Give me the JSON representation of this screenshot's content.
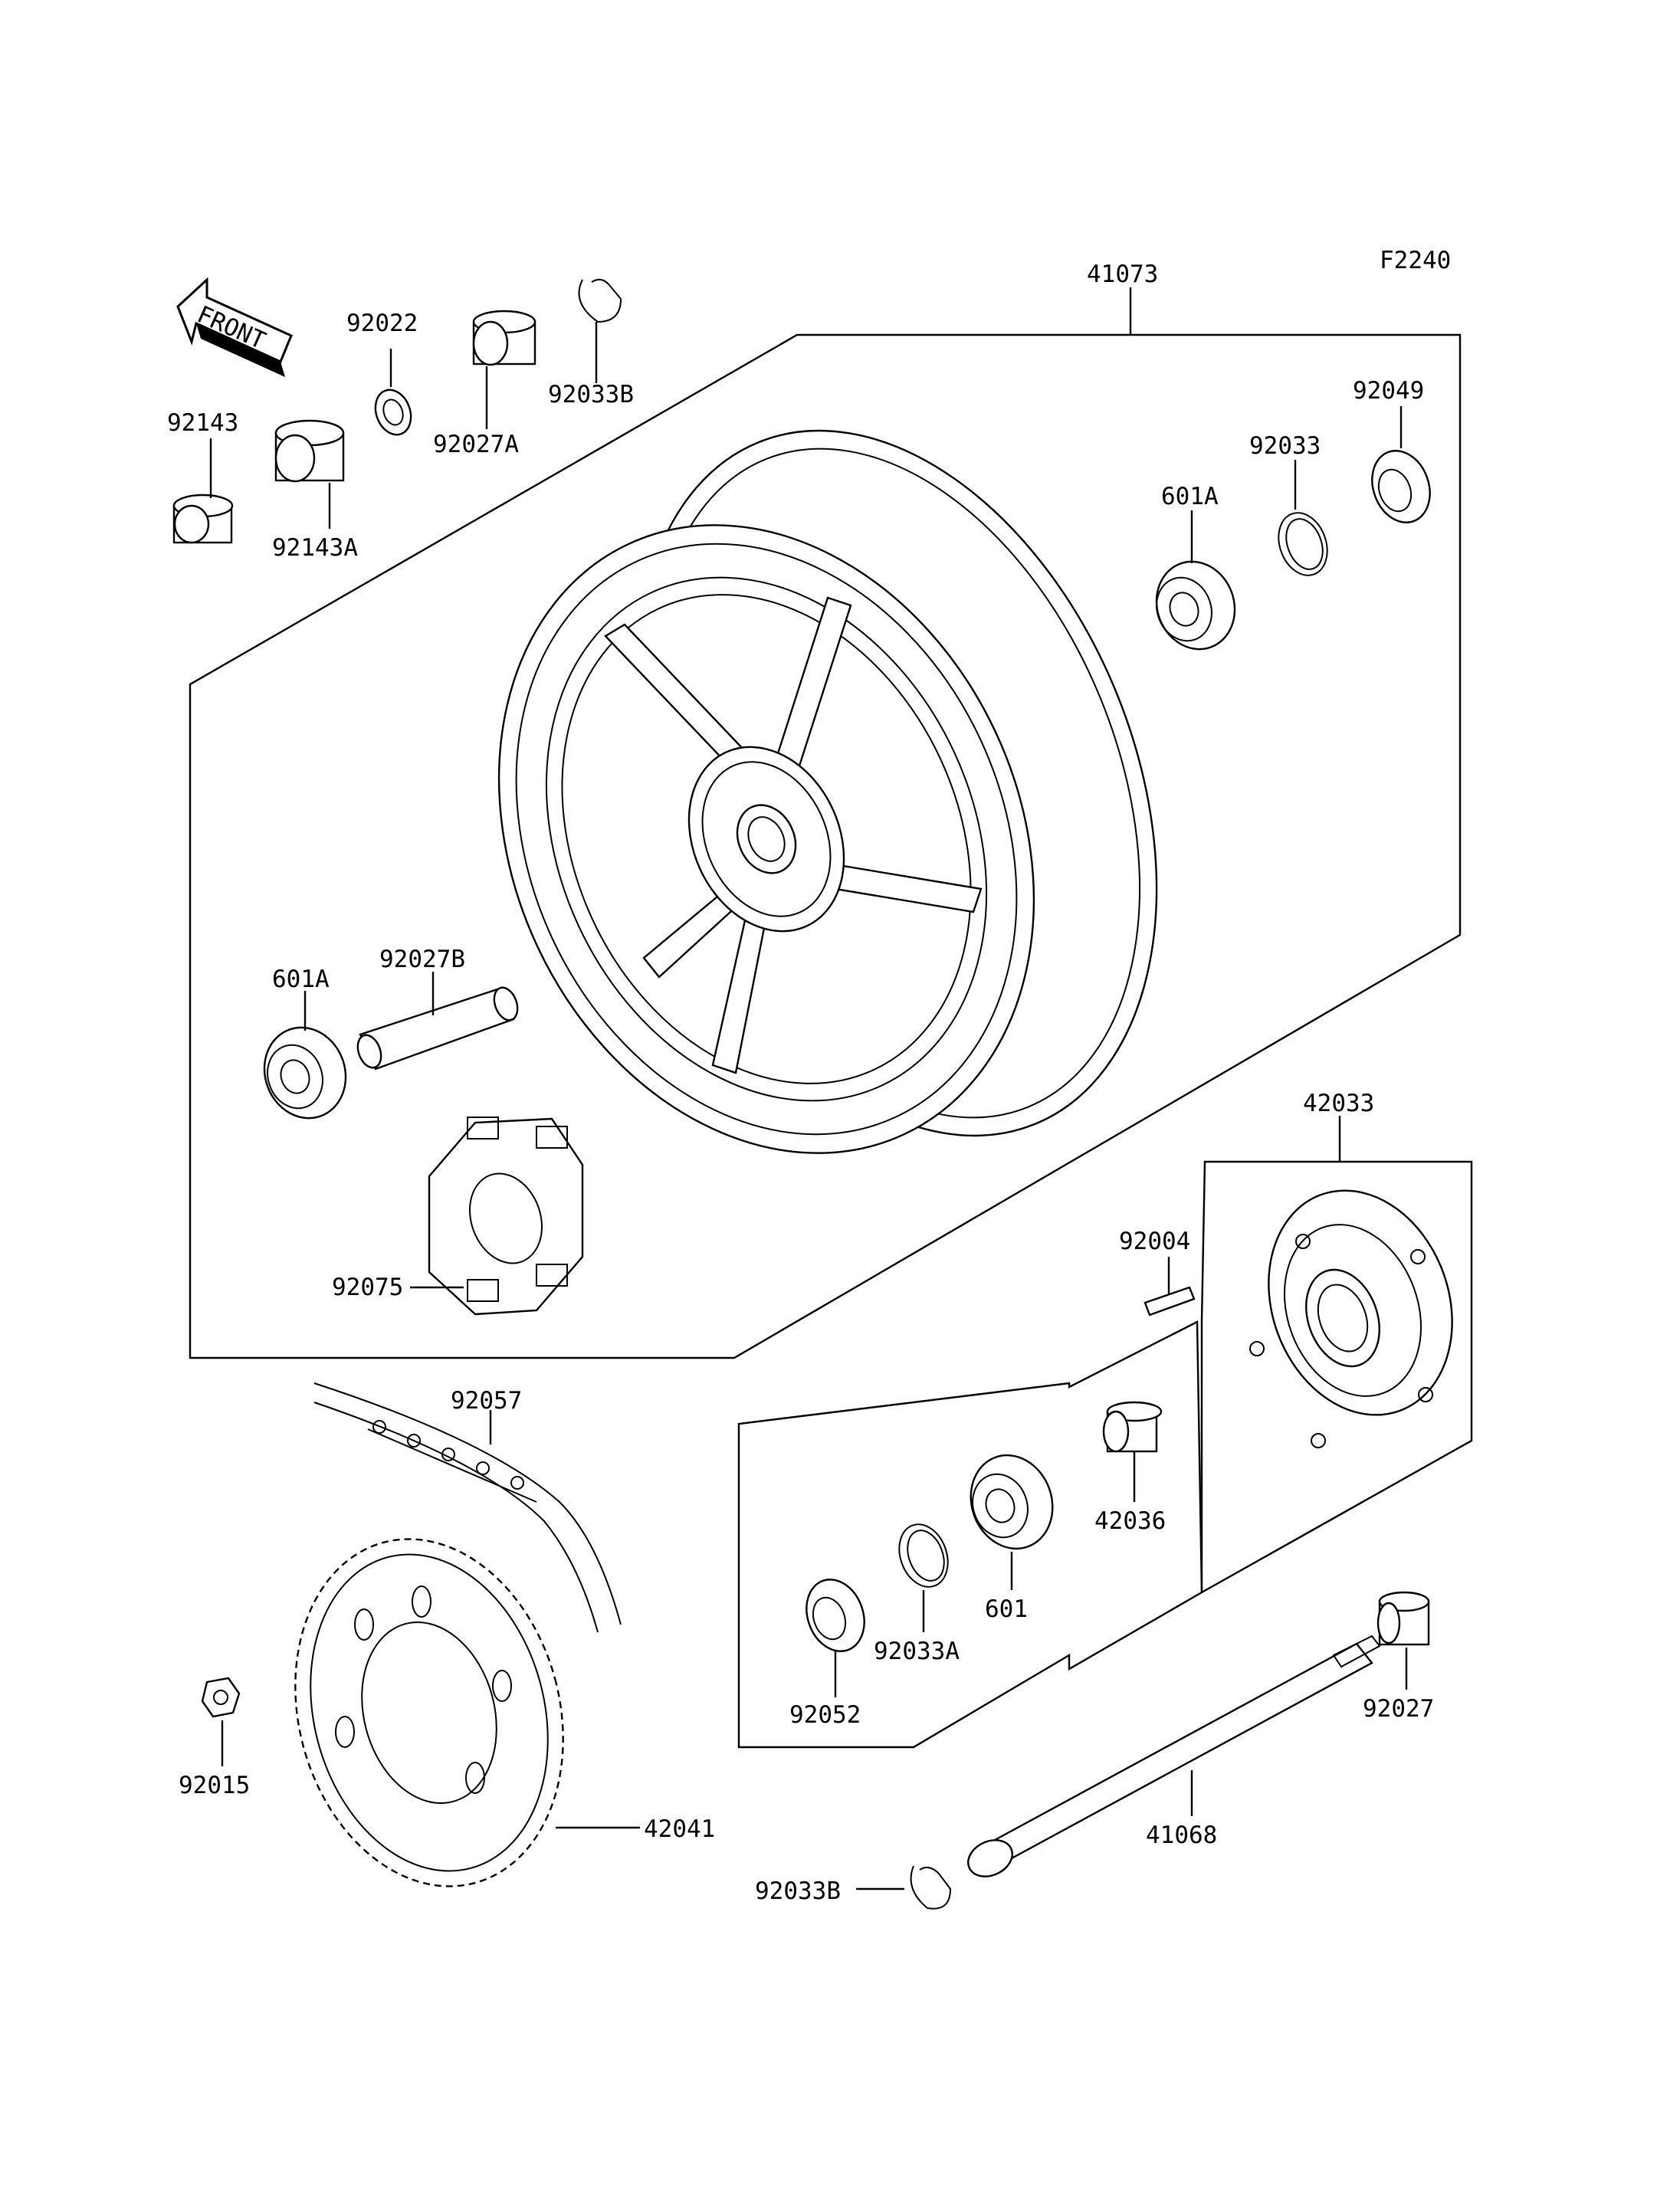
{
  "figure_code": "F2240",
  "front_arrow_text": "FRONT",
  "parts": {
    "p41073": "41073",
    "p92022": "92022",
    "p92033B_top": "92033B",
    "p92143": "92143",
    "p92027A": "92027A",
    "p92143A": "92143A",
    "p92049": "92049",
    "p92033": "92033",
    "p601A_top": "601A",
    "p92027B": "92027B",
    "p601A_left": "601A",
    "p92075": "92075",
    "p42033": "42033",
    "p92004": "92004",
    "p92057": "92057",
    "p42036": "42036",
    "p601": "601",
    "p92033A": "92033A",
    "p92052": "92052",
    "p92027": "92027",
    "p92015": "92015",
    "p42041": "42041",
    "p41068": "41068",
    "p92033B_bottom": "92033B"
  }
}
